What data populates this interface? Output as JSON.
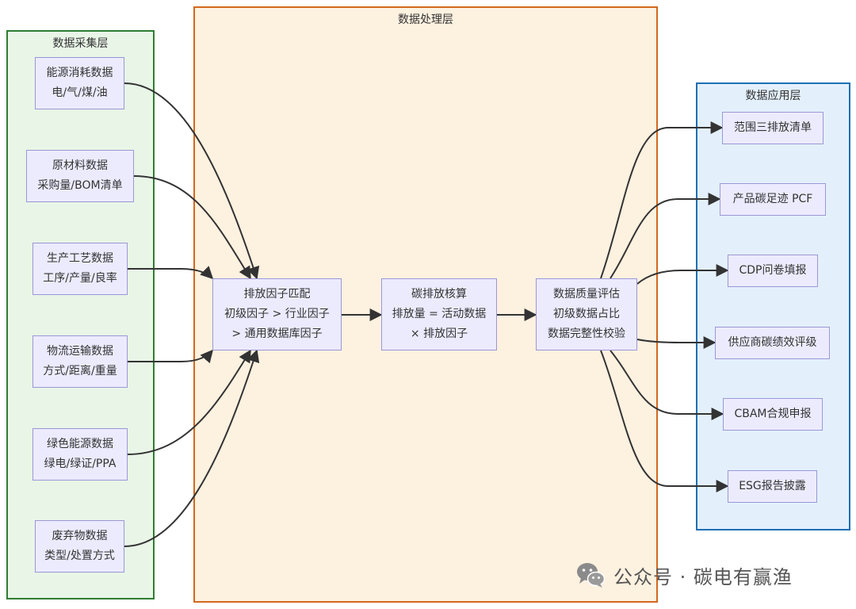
{
  "groups": {
    "collect": "数据采集层",
    "process": "数据处理层",
    "apply": "数据应用层"
  },
  "nodes": {
    "energy": [
      "能源消耗数据",
      "电/气/煤/油"
    ],
    "material": [
      "原材料数据",
      "采购量/BOM清单"
    ],
    "production": [
      "生产工艺数据",
      "工序/产量/良率"
    ],
    "logistics": [
      "物流运输数据",
      "方式/距离/重量"
    ],
    "green": [
      "绿色能源数据",
      "绿电/绿证/PPA"
    ],
    "waste": [
      "废弃物数据",
      "类型/处置方式"
    ],
    "factor": [
      "排放因子匹配",
      "初级因子 > 行业因子",
      "> 通用数据库因子"
    ],
    "calc": [
      "碳排放核算",
      "排放量 = 活动数据",
      "× 排放因子"
    ],
    "quality": [
      "数据质量评估",
      "初级数据占比",
      "数据完整性校验"
    ],
    "scope3": [
      "范围三排放清单"
    ],
    "pcf": [
      "产品碳足迹 PCF"
    ],
    "cdp": [
      "CDP问卷填报"
    ],
    "supplier": [
      "供应商碳绩效评级"
    ],
    "cbam": [
      "CBAM合规申报"
    ],
    "esg": [
      "ESG报告披露"
    ]
  },
  "edges": [
    [
      "energy",
      "factor"
    ],
    [
      "material",
      "factor"
    ],
    [
      "production",
      "factor"
    ],
    [
      "logistics",
      "factor"
    ],
    [
      "green",
      "factor"
    ],
    [
      "waste",
      "factor"
    ],
    [
      "factor",
      "calc"
    ],
    [
      "calc",
      "quality"
    ],
    [
      "quality",
      "scope3"
    ],
    [
      "quality",
      "pcf"
    ],
    [
      "quality",
      "cdp"
    ],
    [
      "quality",
      "supplier"
    ],
    [
      "quality",
      "cbam"
    ],
    [
      "quality",
      "esg"
    ]
  ],
  "watermark": {
    "text": "公众号 · 碳电有赢渔",
    "icon": "wechat-icon",
    "color": "#555555"
  },
  "colors": {
    "collect_bg": "#e8f5e7",
    "collect_border": "#2e7d32",
    "process_bg": "#fdf1e0",
    "process_border": "#d2691e",
    "apply_bg": "#e3f0fc",
    "apply_border": "#1e6fb3",
    "node_bg": "#ecebfe",
    "node_border": "#9b97d6",
    "edge": "#333333"
  }
}
